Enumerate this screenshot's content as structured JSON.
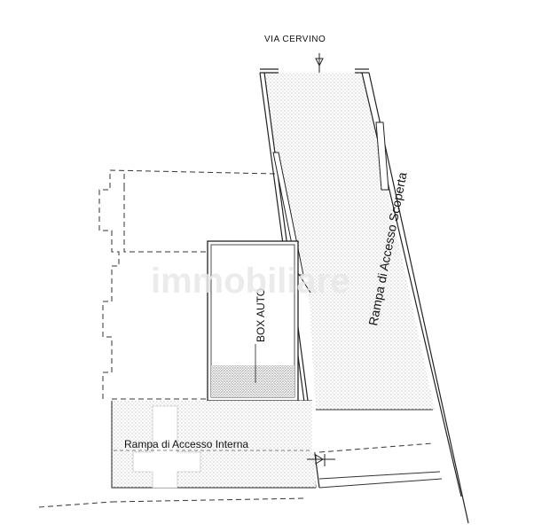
{
  "labels": {
    "street": "VIA CERVINO",
    "outer_ramp": "Rampa di Accesso Scoperta",
    "inner_ramp": "Rampa di Accesso Interna",
    "box": "BOX AUTO"
  },
  "watermark": "immobiliare"
}
